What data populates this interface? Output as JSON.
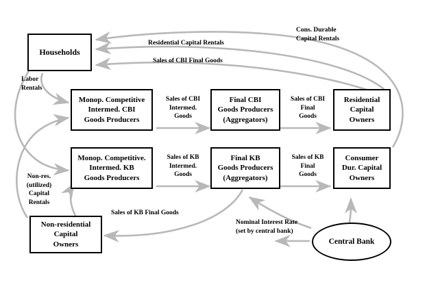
{
  "diagram": {
    "title": "Economic Flow Diagram",
    "arrow_color": "#b8b8b8",
    "box_border_color": "#000000",
    "background_color": "#ffffff",
    "nodes": [
      {
        "id": "households",
        "label": "Households",
        "shape": "rect"
      },
      {
        "id": "monop_cbi",
        "label": "Monop. Competitive\nIntermed. CBI\nGoods Producers",
        "shape": "rect"
      },
      {
        "id": "final_cbi",
        "label": "Final CBI\nGoods Producers\n(Aggregators)",
        "shape": "rect"
      },
      {
        "id": "res_capital",
        "label": "Residential\nCapital\nOwners",
        "shape": "rect"
      },
      {
        "id": "monop_kb",
        "label": "Monop. Competitive.\nIntermed. KB\nGoods Producers",
        "shape": "rect"
      },
      {
        "id": "final_kb",
        "label": "Final KB\nGoods Producers\n(Aggregators)",
        "shape": "rect"
      },
      {
        "id": "cons_dur_capital",
        "label": "Consumer\nDur. Capital\nOwners",
        "shape": "rect"
      },
      {
        "id": "nonres_capital",
        "label": "Non-residential\nCapital\nOwners",
        "shape": "rect"
      },
      {
        "id": "central_bank",
        "label": "Central Bank",
        "shape": "ellipse"
      }
    ],
    "edge_labels": [
      {
        "id": "cons_durable_capital_rentals",
        "text": "Cons. Durable\n      Capital Rentals"
      },
      {
        "id": "residential_capital_rentals",
        "text": "Residential Capital Rentals"
      },
      {
        "id": "sales_cbi_final_goods_top",
        "text": "Sales of CBI Final Goods"
      },
      {
        "id": "labor_rentals",
        "text": "Labor\nRentals"
      },
      {
        "id": "sales_cbi_intermed_goods",
        "text": "Sales of CBI\nIntermed.\nGoods"
      },
      {
        "id": "sales_cbi_final_goods_mid",
        "text": "Sales of CBI\nFinal\nGoods"
      },
      {
        "id": "sales_kb_intermed_goods",
        "text": "Sales of KB\nIntermed.\nGoods"
      },
      {
        "id": "sales_kb_final_goods_mid",
        "text": "Sales of KB\nFinal\nGoods"
      },
      {
        "id": "nonres_capital_rentals",
        "text": "Non-res.\n(utilized)\nCapital\nRentals"
      },
      {
        "id": "sales_kb_final_goods_bottom",
        "text": "Sales of KB Final Goods"
      },
      {
        "id": "nominal_interest_rate",
        "text": "Nominal Interest Rate\n(set by central bank)"
      }
    ]
  }
}
